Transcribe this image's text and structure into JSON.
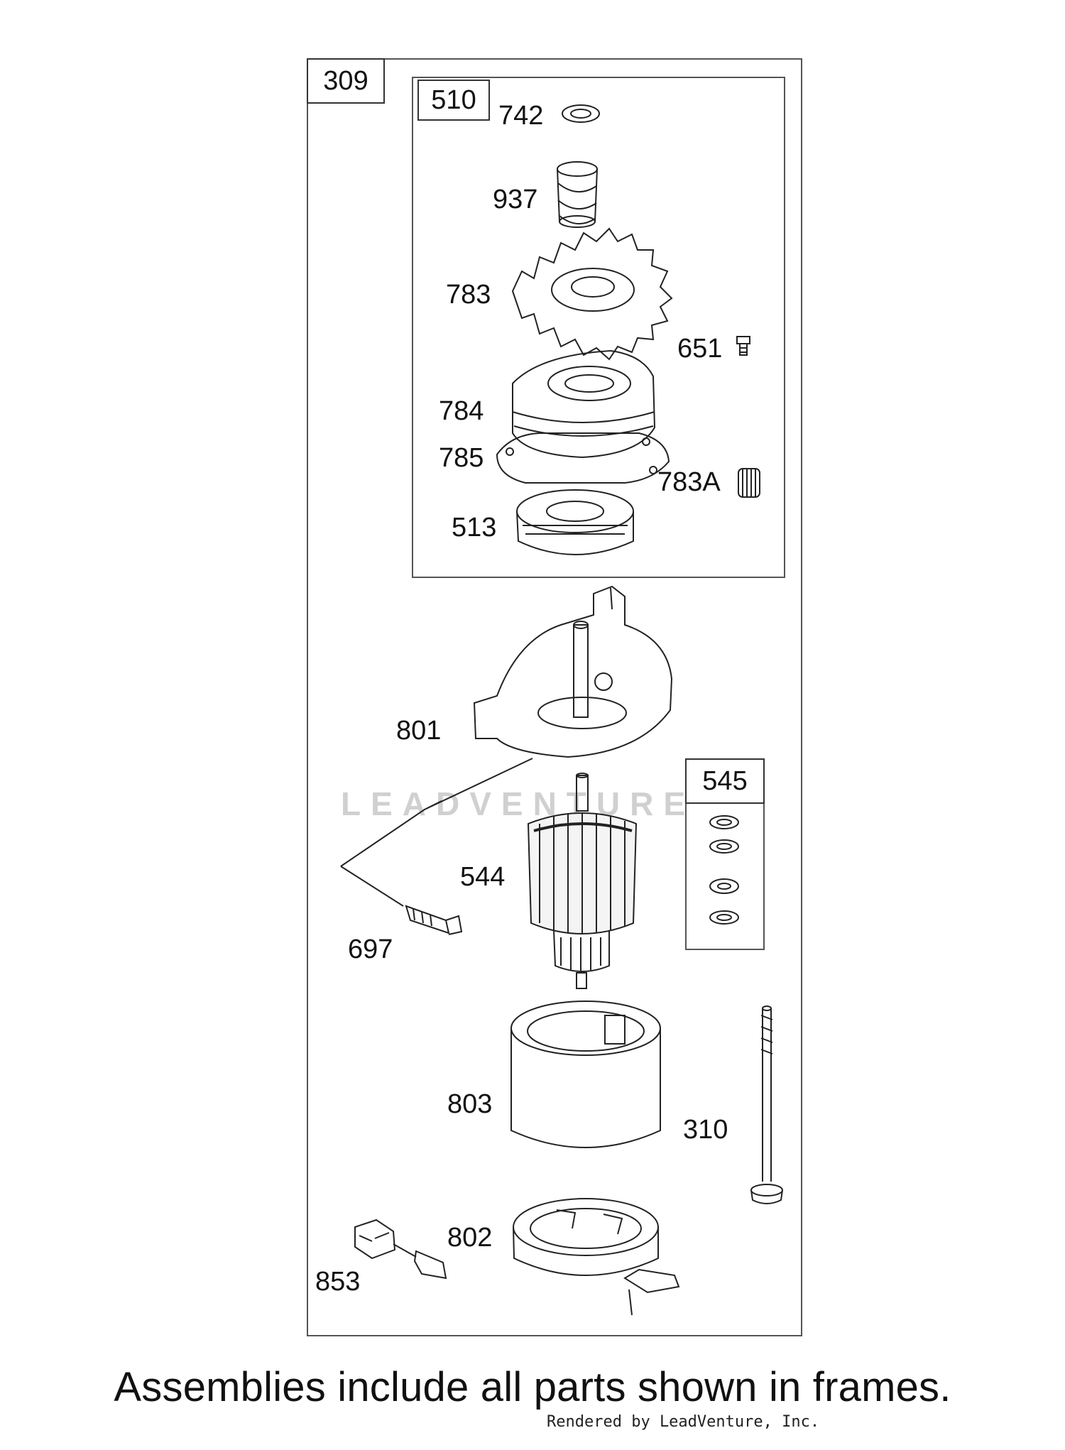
{
  "frames": {
    "outer": "309",
    "gear_assembly": "510",
    "washer_kit": "545"
  },
  "parts": {
    "p742": "742",
    "p937": "937",
    "p783": "783",
    "p651": "651",
    "p784": "784",
    "p785": "785",
    "p783a": "783A",
    "p513": "513",
    "p801": "801",
    "p544": "544",
    "p697": "697",
    "p803": "803",
    "p310": "310",
    "p802": "802",
    "p853": "853"
  },
  "watermark": "LEADVENTURE",
  "footer_note": "Assemblies include all parts shown in frames.",
  "credit": "Rendered by LeadVenture, Inc."
}
